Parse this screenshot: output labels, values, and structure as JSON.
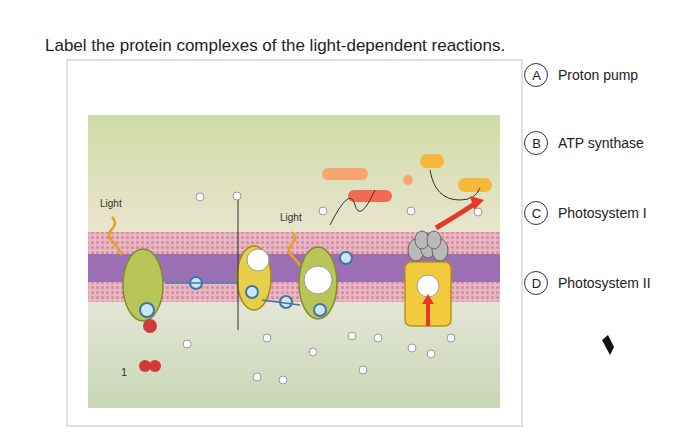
{
  "diagram": {
    "title": "Label the protein complexes of the light-dependent reactions.",
    "nodes": [
      {
        "text": [
          "A",
          "Proton pump"
        ]
      },
      {
        "text": [
          "B",
          "ATP synthase"
        ]
      },
      {
        "text": [
          "C",
          "Photosystem I"
        ]
      },
      {
        "text": [
          "D",
          "Photosystem II"
        ]
      }
    ],
    "labels": [
      "Light",
      "Light",
      "1"
    ]
  }
}
